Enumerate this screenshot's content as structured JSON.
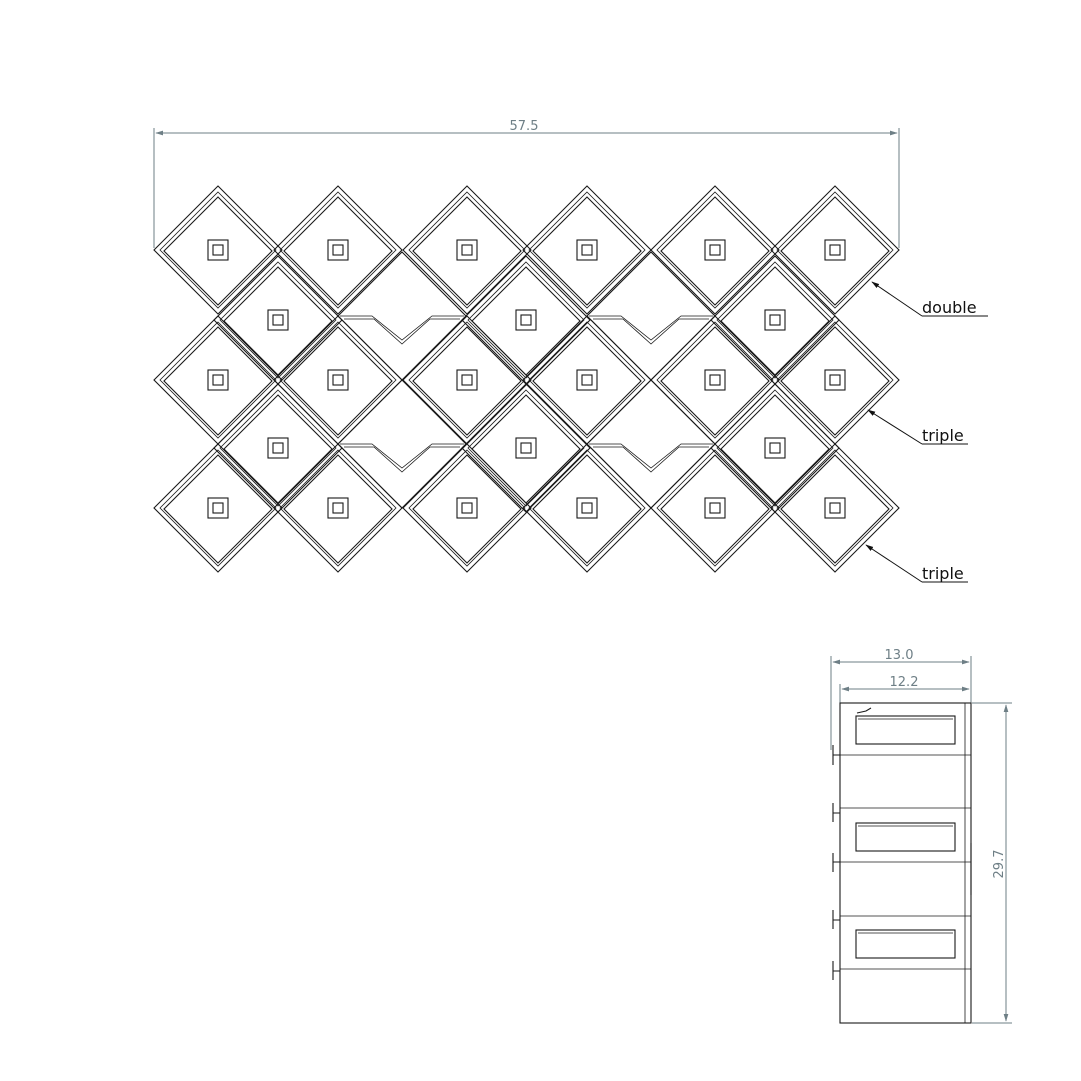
{
  "front_view": {
    "overall_width": "57.5",
    "callouts": [
      {
        "id": "callout-row-1",
        "label": "double"
      },
      {
        "id": "callout-row-2",
        "label": "triple"
      },
      {
        "id": "callout-row-3",
        "label": "triple"
      }
    ]
  },
  "side_view": {
    "outer_width": "13.0",
    "inner_width": "12.2",
    "height": "29.7"
  }
}
